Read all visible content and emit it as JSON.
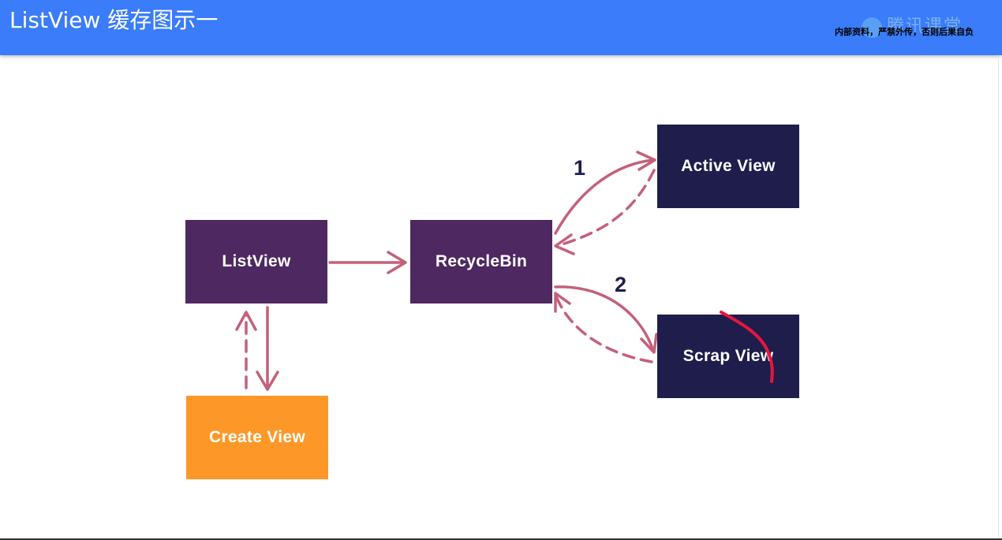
{
  "header": {
    "title": "ListView 缓存图示一",
    "logo_text": "腾讯课堂",
    "watermark": "内部资料，严禁外传，否则后果自负"
  },
  "diagram": {
    "nodes": {
      "listview": "ListView",
      "recyclebin": "RecycleBin",
      "active_view": "Active View",
      "scrap_view": "Scrap View",
      "create_view": "Create View"
    },
    "step_labels": {
      "one": "1",
      "two": "2"
    }
  },
  "colors": {
    "header_bg": "#3a7cf9",
    "node_purple": "#4e2860",
    "node_navy": "#1f1d4c",
    "node_orange": "#fd9828",
    "arrow": "#c4607a",
    "annotation_stroke": "#e5173c"
  }
}
